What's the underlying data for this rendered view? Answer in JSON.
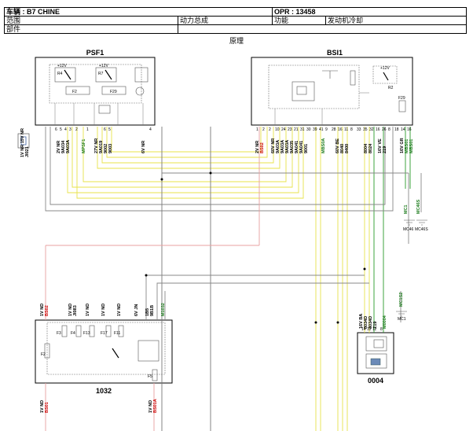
{
  "header": {
    "vehicle": "车辆 : B7 CHINE",
    "opr": "OPR : 13458",
    "range_label": "范围",
    "range_value": "动力总成",
    "function_label": "功能",
    "function_value": "发动机冷却",
    "part_label": "部件",
    "section": "原理"
  },
  "components": {
    "psf1": "PSF1",
    "bsi1": "BSI1",
    "c1032": "1032",
    "c0004": "0004"
  },
  "psf1_inner": {
    "f4": "R4",
    "r7": "R7",
    "f2": "F2",
    "f29": "F29",
    "v12a": "+12V",
    "v12b": "+12V"
  },
  "bsi1_inner": {
    "v12": "+12V",
    "r2": "R2",
    "f29": "F29"
  },
  "c1032_inner": {
    "f2": "F2",
    "f3": "F3",
    "f4": "F4",
    "f13": "F13",
    "f17": "F17",
    "f11": "F11",
    "f5": "F5"
  },
  "psf1_pins": [
    "6",
    "5",
    "4",
    "3",
    "2",
    "1",
    "6",
    "5",
    "4"
  ],
  "psf1_signals": [
    {
      "text": "1V NR 15V NR",
      "color": "#000"
    },
    {
      "text": "JI021",
      "color": "#000"
    },
    {
      "text": "2V NR",
      "color": "#000"
    },
    {
      "text": "9A034",
      "color": "#000"
    },
    {
      "text": "9A03A",
      "color": "#000"
    },
    {
      "text": "MPSF1",
      "color": "#1a7a1a"
    },
    {
      "text": "27V NR",
      "color": "#000"
    },
    {
      "text": "9A019",
      "color": "#000"
    },
    {
      "text": "9002",
      "color": "#000"
    },
    {
      "text": "9003",
      "color": "#000"
    },
    {
      "text": "6V NR",
      "color": "#000"
    }
  ],
  "bsi1_signals": [
    {
      "text": "2V NR",
      "color": "#000"
    },
    {
      "text": "BS02",
      "color": "#cc0000"
    },
    {
      "text": "60V NR",
      "color": "#000"
    },
    {
      "text": "9A03A",
      "color": "#000"
    },
    {
      "text": "9A03A",
      "color": "#000"
    },
    {
      "text": "9A03A",
      "color": "#000"
    },
    {
      "text": "9A035",
      "color": "#000"
    },
    {
      "text": "9A041",
      "color": "#000"
    },
    {
      "text": "9A041",
      "color": "#000"
    },
    {
      "text": "9001",
      "color": "#000"
    },
    {
      "text": "MBS0A",
      "color": "#1a7a1a"
    },
    {
      "text": "60V BE",
      "color": "#000"
    },
    {
      "text": "8040",
      "color": "#000"
    },
    {
      "text": "8400",
      "color": "#000"
    },
    {
      "text": "8004",
      "color": "#000"
    },
    {
      "text": "8024",
      "color": "#000"
    },
    {
      "text": "16V VE",
      "color": "#000"
    },
    {
      "text": "219",
      "color": "#000"
    },
    {
      "text": "16V GR",
      "color": "#000"
    },
    {
      "text": "MBS01",
      "color": "#1a7a1a"
    },
    {
      "text": "MBS01",
      "color": "#1a7a1a"
    }
  ],
  "bsi1_pins": [
    "1",
    "2",
    "2",
    "10",
    "24",
    "23",
    "21",
    "31",
    "30",
    "39",
    "41",
    "9",
    "28",
    "16",
    "11",
    "8",
    "33",
    "35",
    "32",
    "16",
    "26",
    "8",
    "18",
    "14",
    "16"
  ],
  "ground_labels": [
    "MC46",
    "MC46S",
    "MC1",
    "MC1S",
    "MC01"
  ],
  "ground_right_signals": [
    {
      "text": "MC1",
      "color": "#1a7a1a"
    },
    {
      "text": "MC46S",
      "color": "#1a7a1a"
    },
    {
      "text": "MC1S2",
      "color": "#1a7a1a"
    }
  ],
  "c1032_top_signals": [
    {
      "text": "1V ND",
      "color": "#000"
    },
    {
      "text": "BS02",
      "color": "#cc0000"
    },
    {
      "text": "1V ND",
      "color": "#000"
    },
    {
      "text": "JI083",
      "color": "#000"
    },
    {
      "text": "1V ND",
      "color": "#000"
    },
    {
      "text": "1V ND",
      "color": "#000"
    },
    {
      "text": "1V ND",
      "color": "#000"
    },
    {
      "text": "6V JN",
      "color": "#000"
    },
    {
      "text": "1B5",
      "color": "#000"
    },
    {
      "text": "9B1B",
      "color": "#000"
    },
    {
      "text": "M1032",
      "color": "#1a7a1a"
    }
  ],
  "c1032_bottom_signals": [
    {
      "text": "1V ND",
      "color": "#000"
    },
    {
      "text": "BS01",
      "color": "#cc0000"
    },
    {
      "text": "1V ND",
      "color": "#000"
    },
    {
      "text": "BS01A",
      "color": "#cc0000"
    }
  ],
  "c0004_signals": [
    {
      "text": "16V BA",
      "color": "#000"
    },
    {
      "text": "8034D",
      "color": "#000"
    },
    {
      "text": "8034D",
      "color": "#000"
    },
    {
      "text": "Z19",
      "color": "#000"
    },
    {
      "text": "M0004",
      "color": "#1a7a1a"
    }
  ],
  "c0004_pins": [
    "14",
    "12",
    "11",
    "8"
  ]
}
